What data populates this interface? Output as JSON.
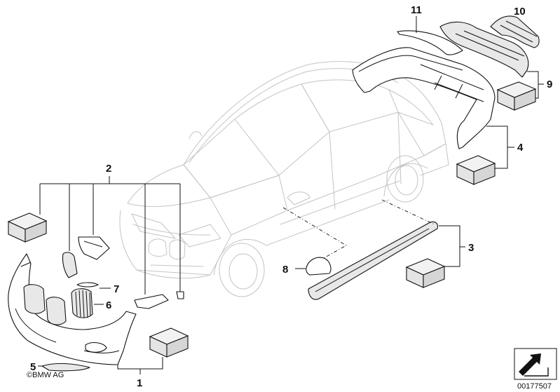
{
  "callouts": {
    "c1": "1",
    "c2": "2",
    "c3": "3",
    "c4": "4",
    "c5": "5",
    "c6": "6",
    "c7": "7",
    "c8": "8",
    "c9": "9",
    "c10": "10",
    "c11": "11"
  },
  "copyright": "©BMW AG",
  "image_number": "00177507",
  "icons": {
    "stamp": "bmw-arrow-stamp-icon"
  }
}
